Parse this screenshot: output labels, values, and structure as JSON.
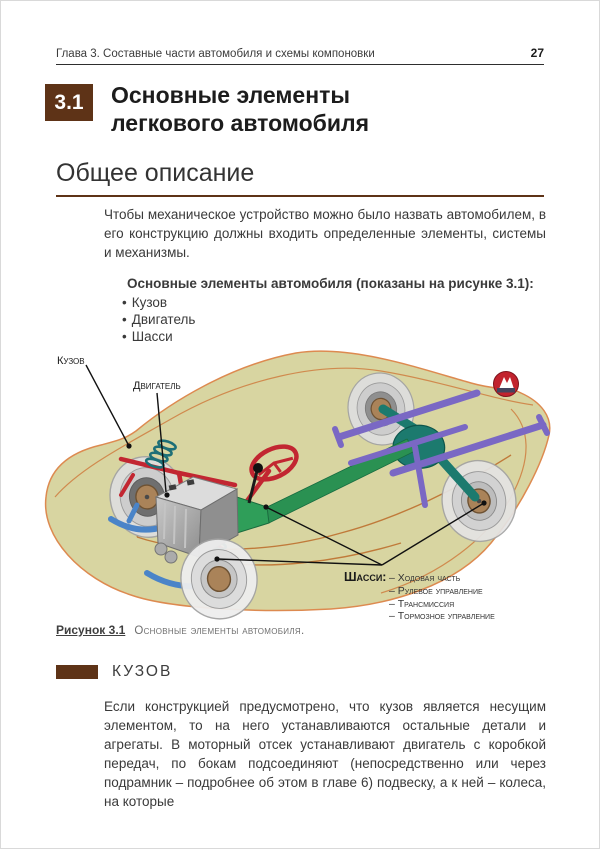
{
  "header": {
    "chapter": "Глава 3. Составные части автомобиля и схемы компоновки",
    "page_number": "27"
  },
  "section": {
    "number": "3.1",
    "title": "Основные элементы легкового автомобиля"
  },
  "subsection": {
    "title": "Общее описание"
  },
  "intro": {
    "paragraph": "Чтобы механическое устройство можно было назвать автомобилем, в его конструкцию должны входить определенные элементы, системы и механизмы.",
    "list_title": "Основные элементы автомобиля (показаны на рисунке 3.1):",
    "bullet": "•",
    "items": [
      "Кузов",
      "Двигатель",
      "Шасси"
    ]
  },
  "figure": {
    "labels": {
      "body": "Кузов",
      "engine": "Двигатель",
      "chassis": "Шасси:"
    },
    "chassis_items": [
      "– Ходовая часть",
      "– Рулевое управление",
      "– Трансмиссия",
      "– Тормозное управление"
    ],
    "caption_label": "Рисунок 3.1",
    "caption_text": "Основные элементы автомобиля."
  },
  "body_section": {
    "heading": "КУЗОВ",
    "paragraph": "Если конструкцией предусмотрено, что кузов является несущим элементом, то на него устанавливаются остальные детали и агрегаты. В моторный отсек устанавливают двигатель с коробкой передач, по бокам подсоединяют (непосредственно или через подрамник – подробнее об этом в главе 6) подвеску, а к ней – колеса, на которые"
  },
  "colors": {
    "accent_brown": "#5e3317",
    "figure_body_fill": "#d8d5a1",
    "figure_body_outline": "#dd8a50",
    "driveshaft_green": "#2a9152",
    "rear_axle_teal": "#1c7a6e",
    "suspension_purple": "#7a68c4",
    "frame_red": "#c22631",
    "arm_blue": "#4a84c8",
    "hub_brown": "#aa8359",
    "logo_red": "#c2232e"
  }
}
